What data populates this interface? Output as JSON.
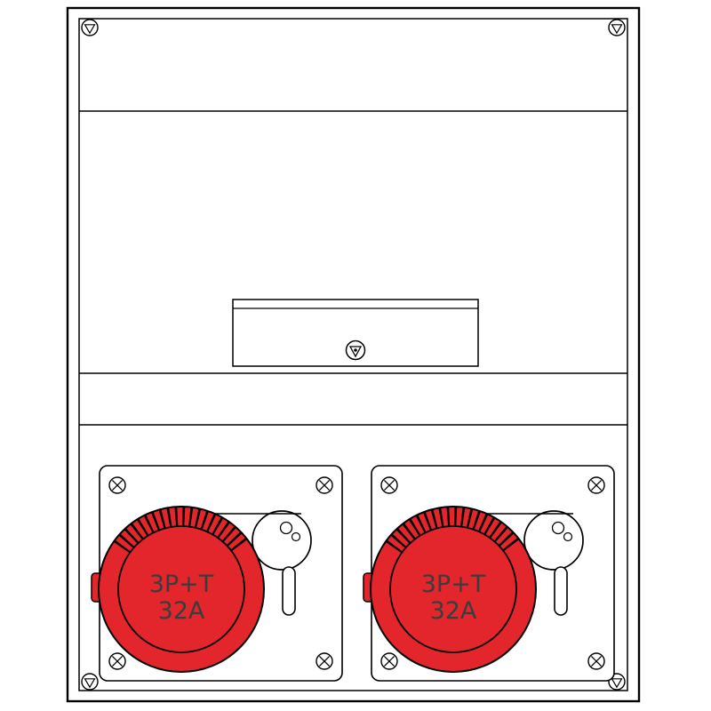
{
  "figure": {
    "kind": "technical line drawing of an industrial distribution box with two interlocked CEE sockets"
  },
  "colors": {
    "socket_red": "#e2262b",
    "line": "#000000",
    "label": "#3c3c3c",
    "background": "#ffffff"
  },
  "sockets": [
    {
      "line1": "3P+T",
      "line2": "32A"
    },
    {
      "line1": "3P+T",
      "line2": "32A"
    }
  ]
}
